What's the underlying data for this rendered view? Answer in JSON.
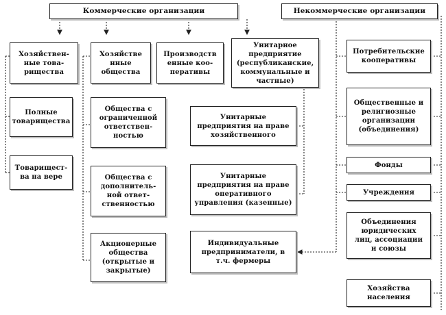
{
  "commercial": {
    "header": "Коммерческие организации",
    "business_partnerships": "Хозяйствен-\nные това-\nрищества",
    "business_companies": "Хозяйстве\nнные\nобщества",
    "production_cooperatives": "Производств\nенные коо-\nперативы",
    "unitary_enterprises": "Унитарное\nпредприятие\n(республиканские,\nкоммунальные и\nчастные)",
    "general_partnership": "Полные\nтоварищества",
    "limited_partnership": "Товарищест-\nва на вере",
    "llc": "Общества с\nограниченной\nответствен-\nностью",
    "alc": "Общества с\nдополнитель-\nной ответ-\nственностью",
    "joint_stock": "Акционерные\nобщества\n(открытые и\nзакрытые)",
    "unitary_economic": "Унитарные\nпредприятия на праве\nхозяйственного",
    "unitary_operational": "Унитарные\nпредприятия на праве\nоперативного\nуправления (казенные)",
    "entrepreneurs": "Индивидуальные\nпредприниматели, в\nт.ч. фермеры"
  },
  "noncommercial": {
    "header": "Некоммерческие организации",
    "consumer_coops": "Потребительские\nкооперативы",
    "public_religious": "Общественные и\nрелигиозные\nорганизации\n(объединения)",
    "funds": "Фонды",
    "institutions": "Учреждения",
    "unions": "Объединения\nюридических\nлиц, ассоциации\nи союзы",
    "households": "Хозяйства\nнаселения"
  }
}
